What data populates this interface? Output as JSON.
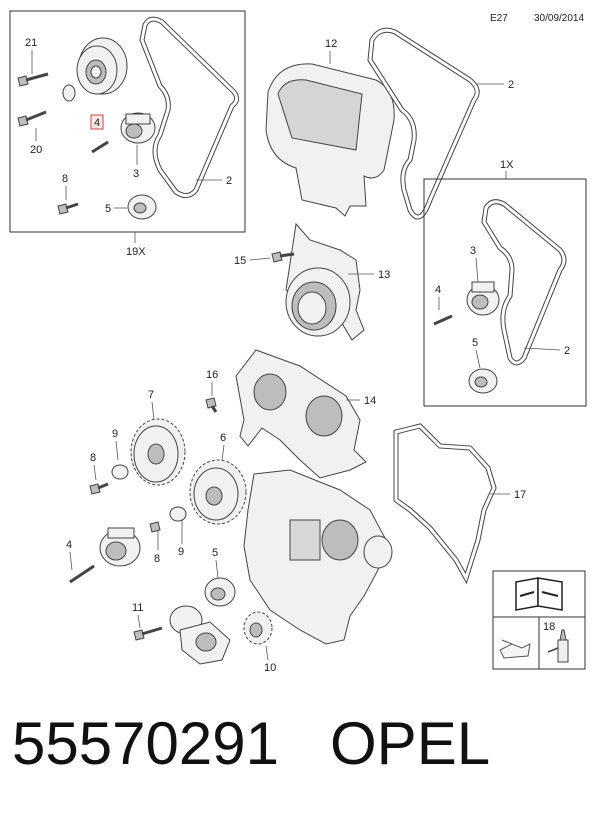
{
  "header": {
    "code": "E27",
    "date": "30/09/2014"
  },
  "footer": {
    "part_number": "55570291",
    "brand": "OPEL"
  },
  "callouts": {
    "c2a": "2",
    "c2b": "2",
    "c2c": "2",
    "c3a": "3",
    "c3b": "3",
    "c4a": "4",
    "c4b": "4",
    "c4c": "4",
    "c5a": "5",
    "c5b": "5",
    "c5c": "5",
    "c6": "6",
    "c7": "7",
    "c8a": "8",
    "c8b": "8",
    "c8c": "8",
    "c9a": "9",
    "c9b": "9",
    "c10": "10",
    "c11": "11",
    "c12": "12",
    "c13": "13",
    "c14": "14",
    "c15": "15",
    "c16": "16",
    "c17": "17",
    "c18": "18",
    "c20": "20",
    "c21": "21"
  },
  "qty": {
    "kit_19": "19X",
    "kit_1": "1X"
  },
  "colors": {
    "line": "#444444",
    "highlight": "#d04040"
  },
  "icons": [
    "manual-book-icon",
    "oil-can-icon",
    "sealant-tube-icon"
  ]
}
